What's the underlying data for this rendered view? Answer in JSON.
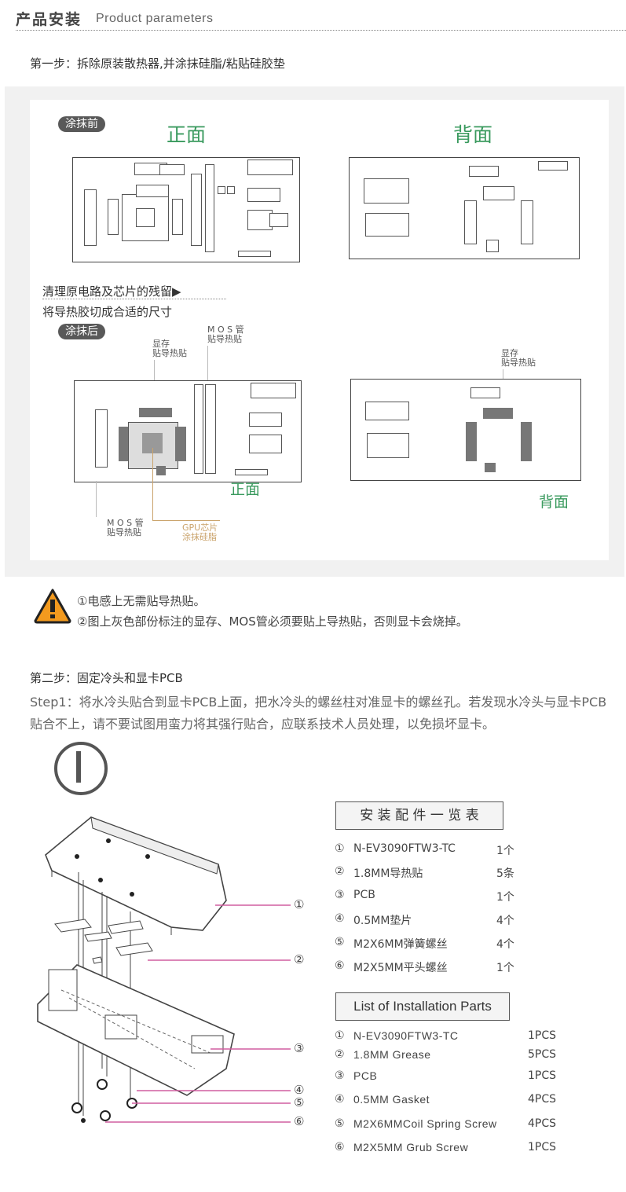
{
  "header": {
    "title_cn": "产品安装",
    "title_en": "Product parameters"
  },
  "step1": {
    "title": "第一步：拆除原装散热器,并涂抹硅脂/粘贴硅胶垫",
    "before_pill": "涂抹前",
    "after_pill": "涂抹后",
    "front": "正面",
    "back": "背面",
    "clean_note": "清理原电路及芯片的残留▶",
    "cut_note": "将导热胶切成合适的尺寸",
    "vram_label": [
      "显存",
      "贴导热贴"
    ],
    "mos_label": [
      "M O S 管",
      "贴导热贴"
    ],
    "gpu_label": [
      "GPU芯片",
      "涂抹硅脂"
    ],
    "back_vram_label": [
      "显存",
      "贴导热贴"
    ]
  },
  "warnings": [
    "①电感上无需贴导热贴。",
    "②图上灰色部份标注的显存、MOS管必须要贴上导热贴，否则显卡会烧掉。"
  ],
  "step2": {
    "title": "第二步：固定冷头和显卡PCB",
    "desc": "Step1：将水冷头贴合到显卡PCB上面，把水冷头的螺丝柱对准显卡的螺丝孔。若发现水冷头与显卡PCB贴合不上，请不要试图用蛮力将其强行贴合，应联系技术人员处理，以免损坏显卡。"
  },
  "diagram_callouts": [
    "①",
    "②",
    "③",
    "④",
    "⑤",
    "⑥"
  ],
  "parts_cn": {
    "header": "安 装 配 件 一 览 表",
    "items": [
      {
        "num": "①",
        "name": "N-EV3090FTW3-TC",
        "qty": "1个"
      },
      {
        "num": "②",
        "name": "1.8MM导热贴",
        "qty": "5条"
      },
      {
        "num": "③",
        "name": "PCB",
        "qty": "1个"
      },
      {
        "num": "④",
        "name": "0.5MM垫片",
        "qty": "4个"
      },
      {
        "num": "⑤",
        "name": "M2X6MM弹簧螺丝",
        "qty": "4个"
      },
      {
        "num": "⑥",
        "name": "M2X5MM平头螺丝",
        "qty": "1个"
      }
    ]
  },
  "parts_en": {
    "header": "List of Installation Parts",
    "items": [
      {
        "num": "①",
        "name": "N-EV3090FTW3-TC",
        "qty": "1PCS"
      },
      {
        "num": "②",
        "name": "1.8MM Grease",
        "qty": "5PCS"
      },
      {
        "num": "③",
        "name": "PCB",
        "qty": "1PCS"
      },
      {
        "num": "④",
        "name": "0.5MM Gasket",
        "qty": "4PCS"
      },
      {
        "num": "⑤",
        "name": "M2X6MMCoil Spring Screw",
        "qty": "4PCS"
      },
      {
        "num": "⑥",
        "name": "M2X5MM Grub Screw",
        "qty": "1PCS"
      }
    ]
  },
  "colors": {
    "green": "#3a9a5e",
    "pill_bg": "#595959",
    "warning": "#f39a1e",
    "leader": "#d15fa0",
    "gold": "#caa36b"
  },
  "icons": {
    "warning": "warning-triangle-icon",
    "step_number": "roman-one-icon"
  }
}
